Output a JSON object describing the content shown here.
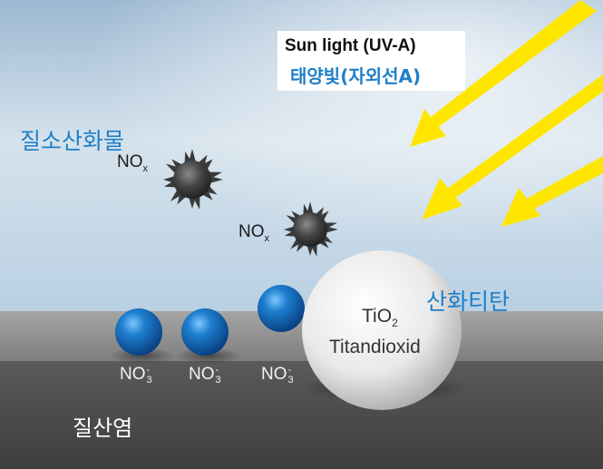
{
  "sunlight": {
    "label_en": "Sun light (UV-A)",
    "label_kr": "태양빛(자외선A)"
  },
  "nox": {
    "label_kr": "질소산화물",
    "formula_main": "NO",
    "formula_sub": "x"
  },
  "tio2": {
    "label_kr": "산화티탄",
    "formula_main": "TiO",
    "formula_sub": "2",
    "name": "Titandioxid"
  },
  "nitrate": {
    "label_kr": "질산염",
    "formula_main": "NO",
    "formula_sup": "-",
    "formula_sub": "3"
  },
  "colors": {
    "korean_label": "#1e7fc8",
    "sunlight_ray": "#ffe600",
    "nitrate_sphere": "#1a6fc0",
    "nox_molecule": "#3a3a3a",
    "tio2_sphere": "#f0f0f0",
    "surface_top": "#8a8a8a",
    "surface_front": "#4a4a4a"
  }
}
